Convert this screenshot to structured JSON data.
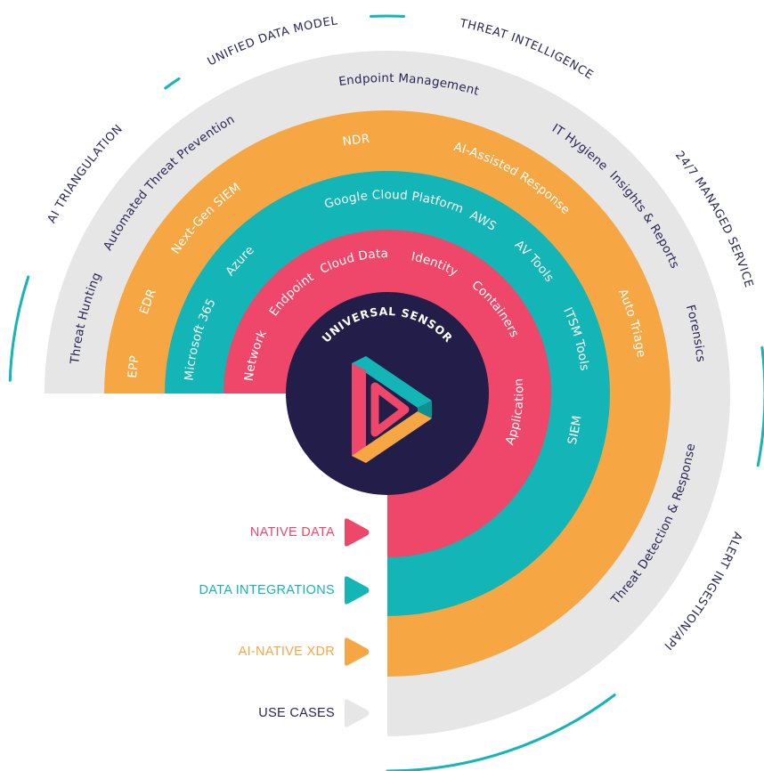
{
  "colors": {
    "native": "#ee4769",
    "integrations": "#14b5b6",
    "xdr": "#f6a743",
    "use_cases": "#e6e6e6",
    "core": "#231d4a",
    "text_dark": "#2a2755",
    "outer_line": "#14b5b6"
  },
  "core": {
    "label": "UNIVERSAL SENSOR",
    "logo_icon": "impossible-triangle-play-icon"
  },
  "native_data": [
    "Network",
    "Endpoint",
    "Cloud Data",
    "Identity",
    "Containers",
    "Application"
  ],
  "data_integrations": [
    "Microsoft 365",
    "Azure",
    "Google Cloud Platform",
    "AWS",
    "AV Tools",
    "ITSM Tools",
    "SIEM"
  ],
  "ai_native_xdr": [
    "EPP",
    "EDR",
    "Next-Gen SIEM",
    "NDR",
    "AI-Assisted Response",
    "Auto Triage"
  ],
  "use_cases": [
    "Threat Hunting",
    "Automated Threat Prevention",
    "Endpoint Management",
    "IT Hygiene",
    "Insights & Reports",
    "Forensics",
    "Threat Detection & Response"
  ],
  "outer_ring": [
    "AI TRIANGULATION",
    "UNIFIED DATA MODEL",
    "THREAT INTELLIGENCE",
    "24/7 MANAGED SERVICE",
    "ALERT INGESTION/API"
  ],
  "legend": [
    {
      "label": "NATIVE DATA",
      "color": "#ee4769"
    },
    {
      "label": "DATA INTEGRATIONS",
      "color": "#14b5b6"
    },
    {
      "label": "AI-NATIVE XDR",
      "color": "#f6a743"
    },
    {
      "label": "USE CASES",
      "color": "#e6e6e6"
    }
  ]
}
